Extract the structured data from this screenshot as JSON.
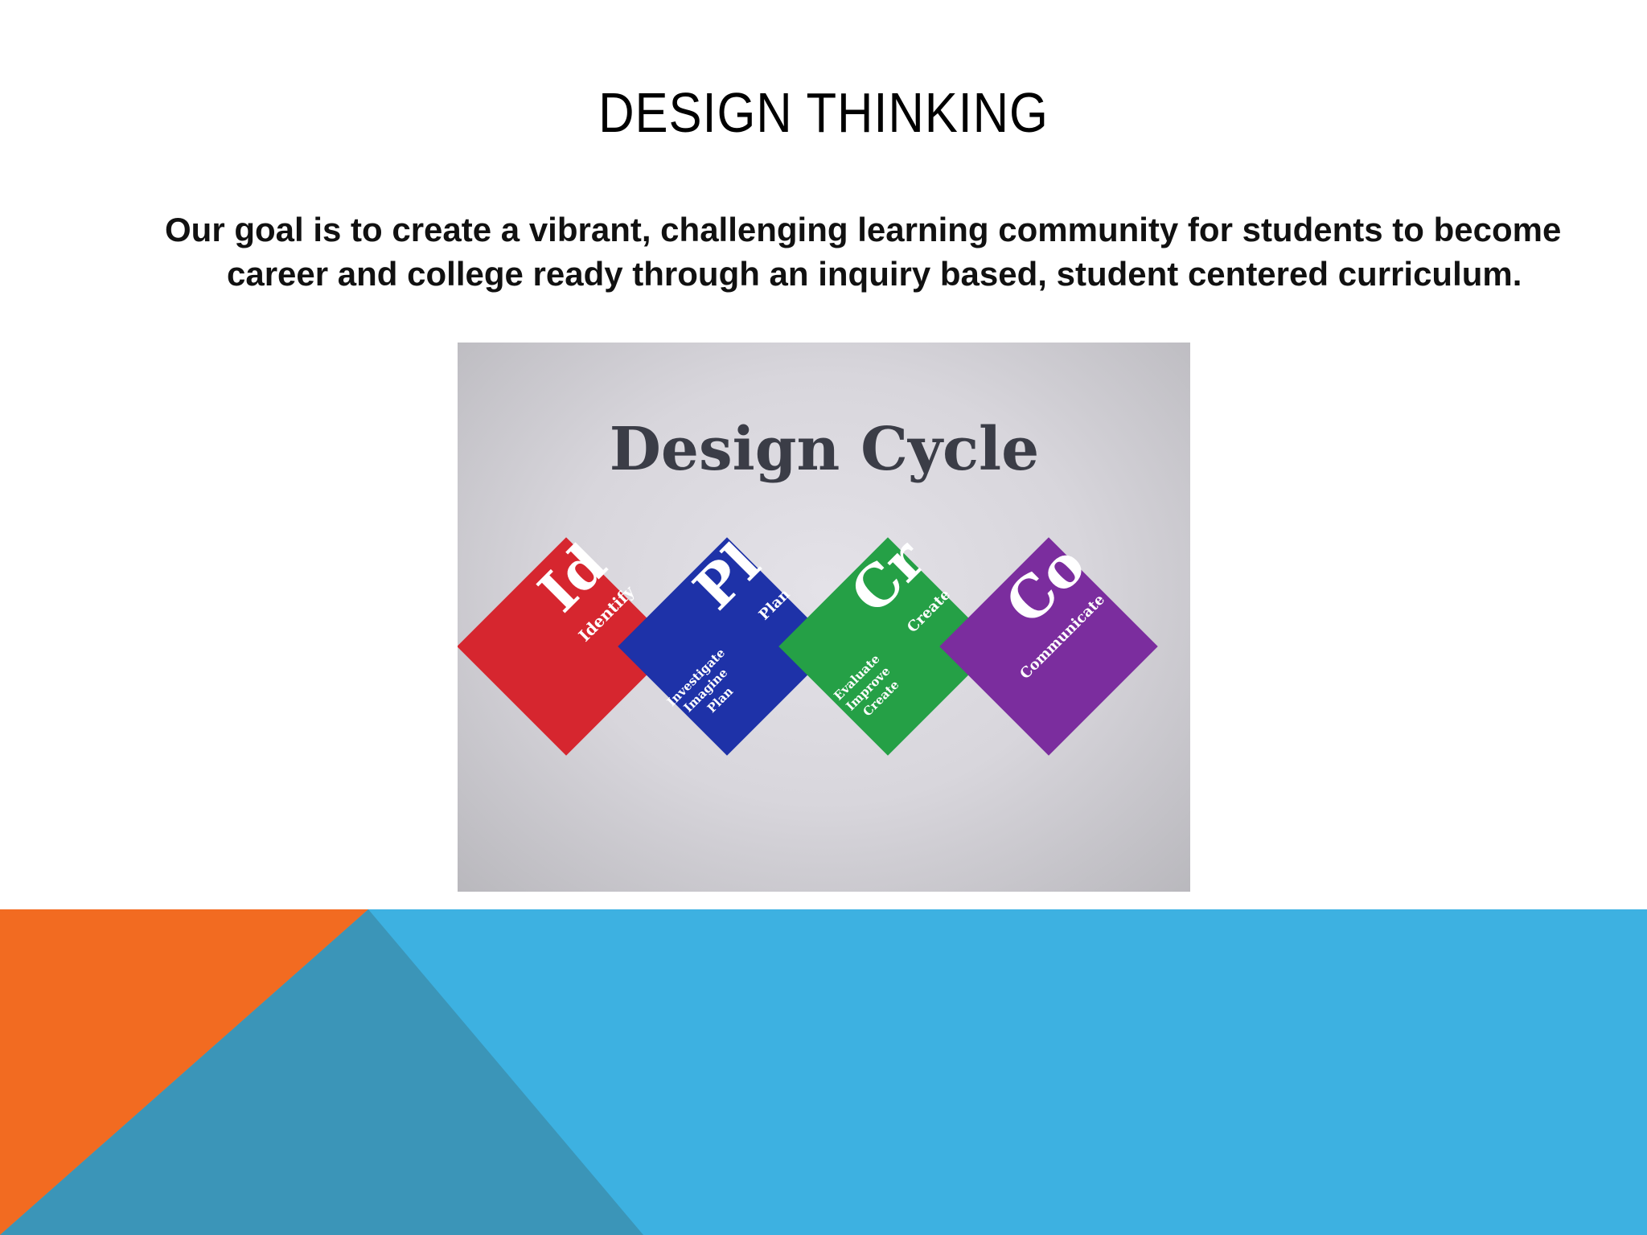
{
  "slide": {
    "title": "DESIGN THINKING",
    "body": "Our goal is to create a vibrant, challenging learning community for students to become career and college ready through an inquiry based, student centered curriculum."
  },
  "design_cycle_image": {
    "heading": "Design Cycle",
    "stages": [
      {
        "symbol": "Id",
        "name": "Identify",
        "color": "#d6262f",
        "details": []
      },
      {
        "symbol": "Pl",
        "name": "Plan",
        "color": "#1e32a8",
        "details": [
          "Investigate",
          "Imagine",
          "Plan"
        ]
      },
      {
        "symbol": "Cr",
        "name": "Create",
        "color": "#25a046",
        "details": [
          "Evaluate",
          "Improve",
          "Create"
        ]
      },
      {
        "symbol": "Co",
        "name": "Communicate",
        "color": "#7b2d9e",
        "details": []
      }
    ]
  },
  "theme_colors": {
    "orange": "#f26b21",
    "sky_blue": "#3db1e1",
    "teal_blue": "#3b95b8"
  }
}
